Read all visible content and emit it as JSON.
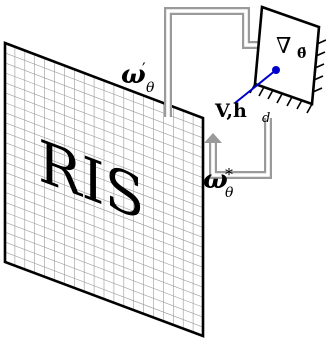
{
  "diagram": {
    "ris_label": "RIS",
    "grad_symbol": "∇",
    "grad_subscript": "θ̄",
    "omega": "ω",
    "omega_prime_sup": "′",
    "omega_prime_sub": "θ",
    "omega_star_sup": "*",
    "omega_star_sub": "θ",
    "node_label_main": "V,h",
    "node_label_sub": "d",
    "colors": {
      "line": "#000000",
      "grid": "#9a9a9a",
      "arrow": "#9a9a9a",
      "vector": "#0000cc",
      "node": "#0000cc"
    }
  }
}
